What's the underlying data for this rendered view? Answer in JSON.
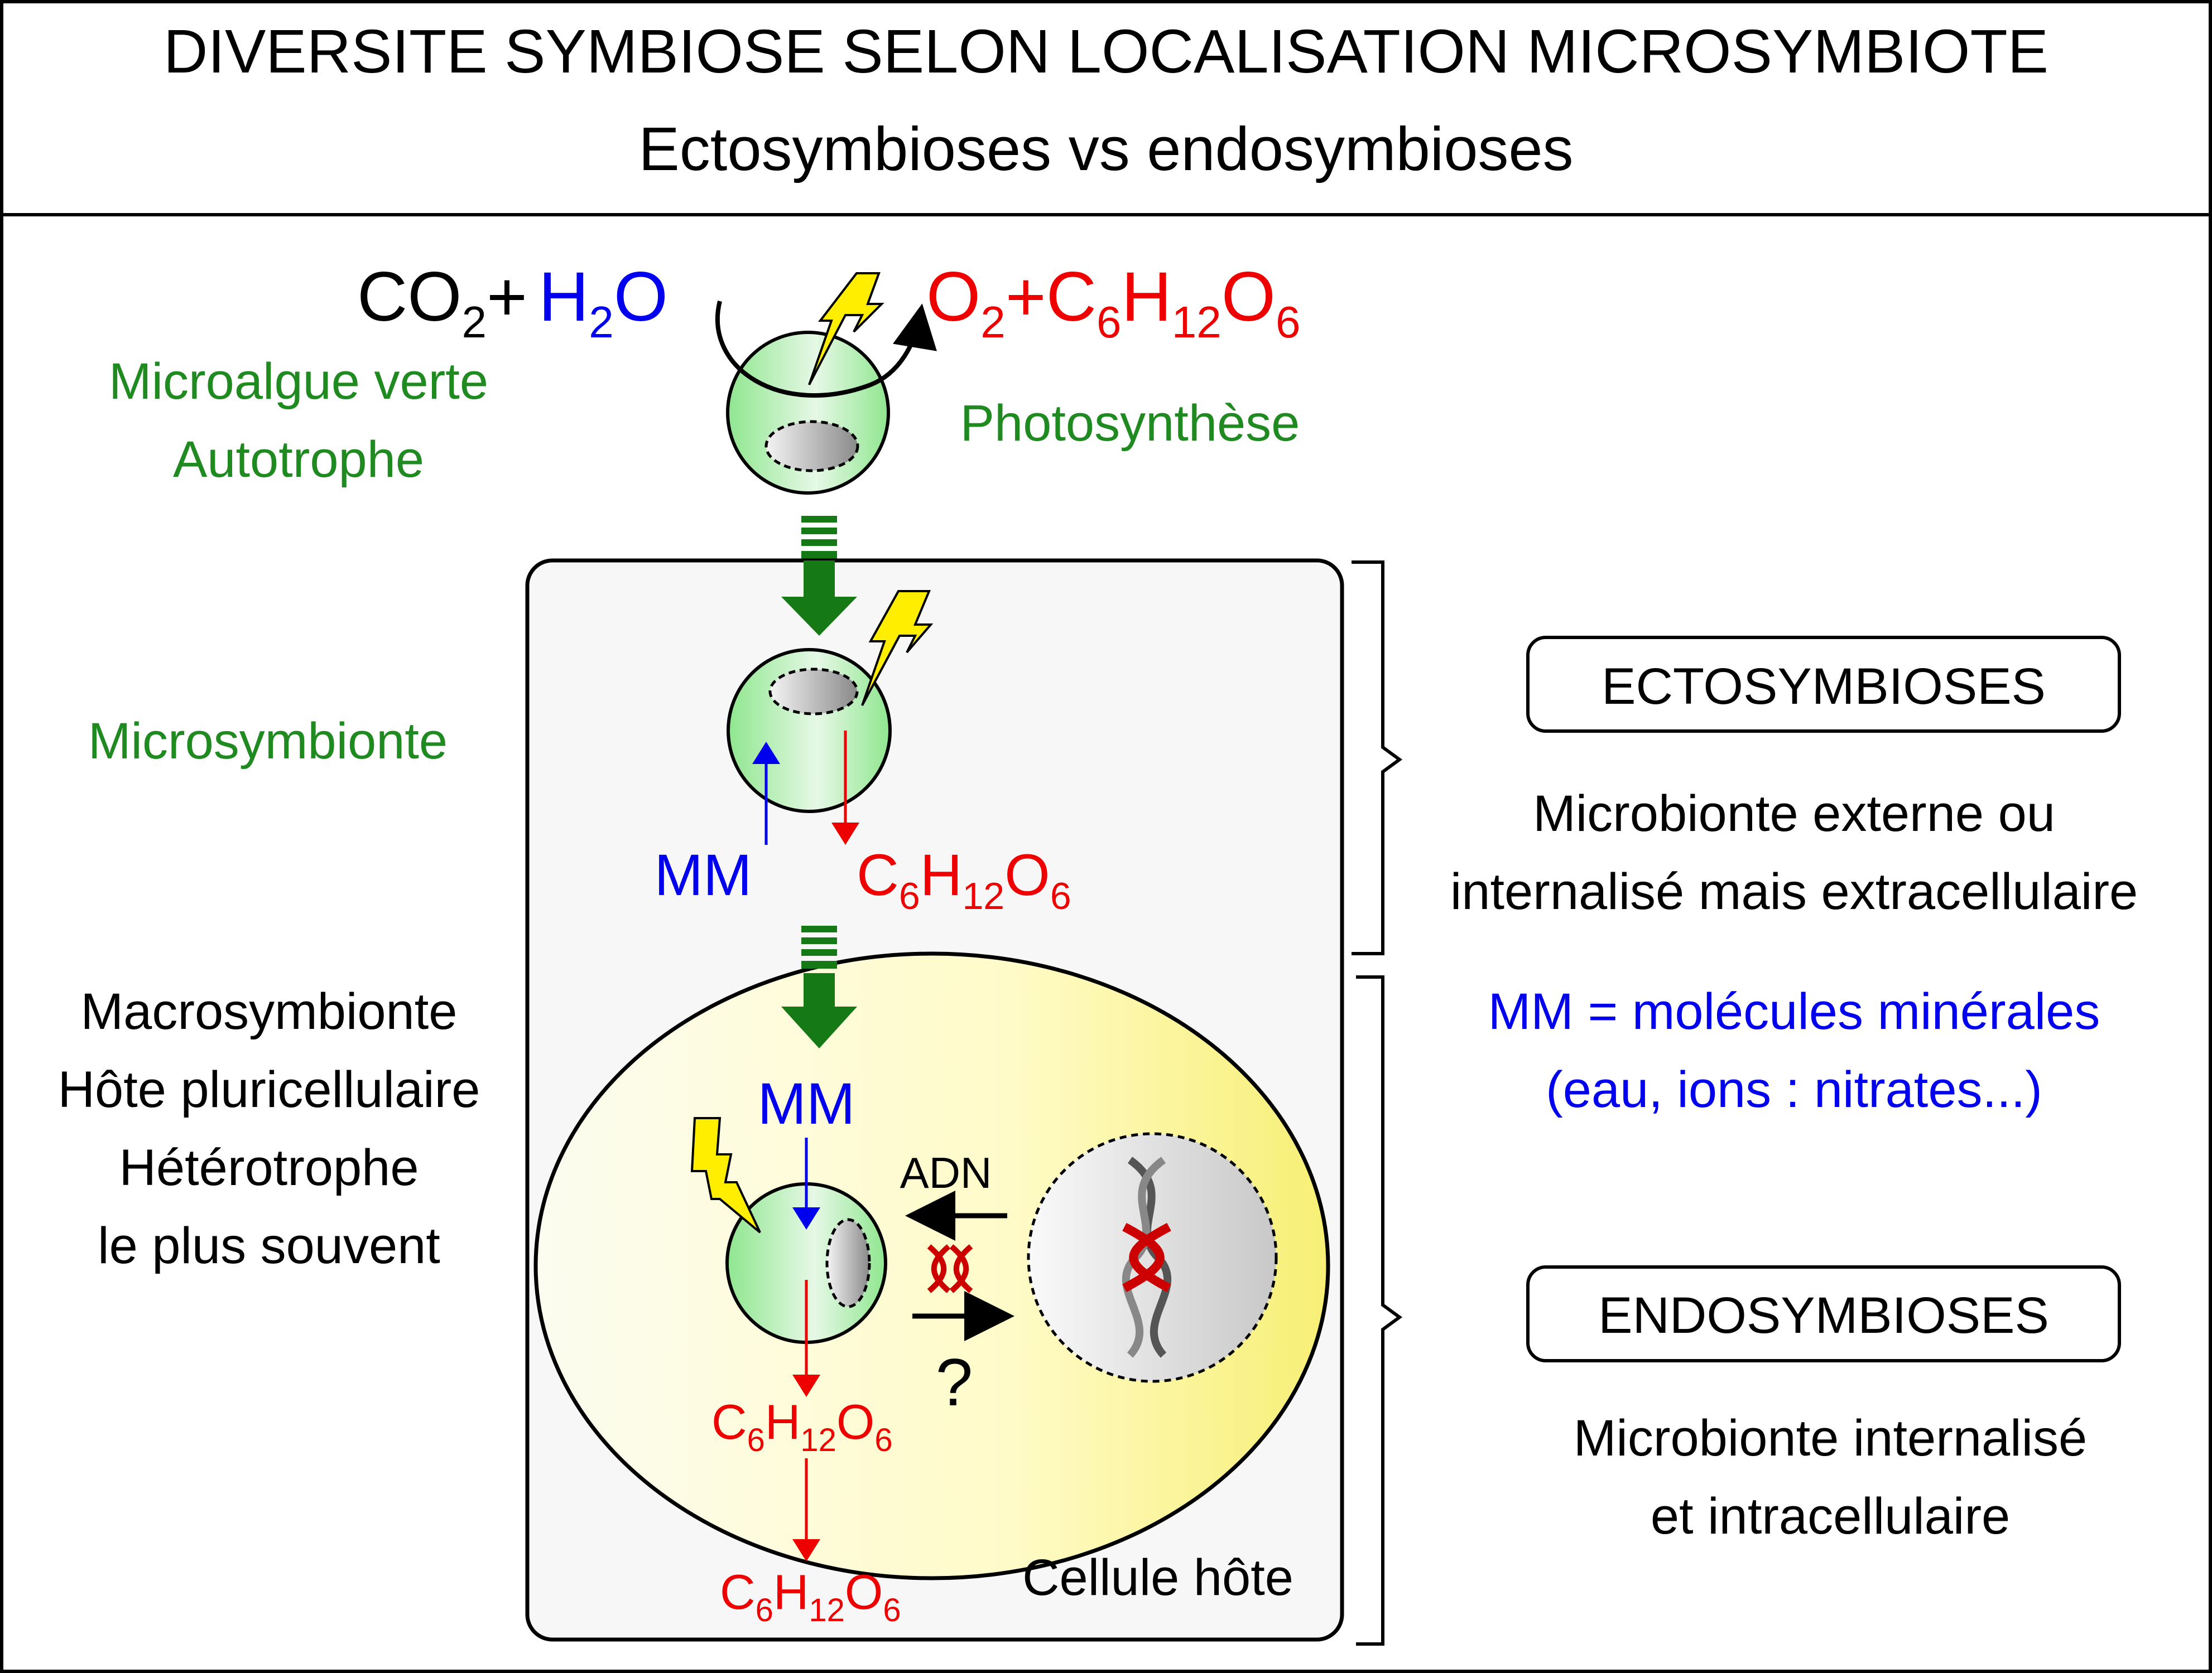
{
  "header": {
    "title": "DIVERSITE SYMBIOSE SELON LOCALISATION MICROSYMBIOTE",
    "subtitle": "Ectosymbioses vs endosymbioses"
  },
  "equation": {
    "co2": "CO",
    "co2_sub": "2",
    "plus": "+",
    "h2o_h": "H",
    "h2o_sub": "2",
    "h2o_o": "O",
    "o2": "O",
    "o2_sub": "2",
    "plus2": "+",
    "c": "C",
    "c_sub": "6",
    "h": "H",
    "h_sub": "12",
    "o": "O",
    "o_sub": "6"
  },
  "labels": {
    "microalgue_line1": "Microalgue verte",
    "microalgue_line2": "Autotrophe",
    "photosynthese": "Photosynthèse",
    "microsymbionte": "Microsymbionte",
    "macro_line1": "Macrosymbionte",
    "macro_line2": "Hôte pluricellulaire",
    "macro_line3": "Hétérotrophe",
    "macro_line4": "le plus souvent",
    "cellule_hote": "Cellule hôte",
    "adn": "ADN",
    "question": "?"
  },
  "molecules": {
    "mm": "MM",
    "glucose_c": "C",
    "glucose_c_sub": "6",
    "glucose_h": "H",
    "glucose_h_sub": "12",
    "glucose_o": "O",
    "glucose_o_sub": "6"
  },
  "right_panel": {
    "ecto_title": "ECTOSYMBIOSES",
    "ecto_line1": "Microbionte externe ou",
    "ecto_line2": "internalisé mais extracellulaire",
    "mm_line1": "MM = molécules minérales",
    "mm_line2": "(eau, ions : nitrates...)",
    "endo_title": "ENDOSYMBIOSES",
    "endo_line1": "Microbionte internalisé",
    "endo_line2": "et intracellulaire"
  },
  "colors": {
    "green_text": "#1f8a1f",
    "blue_text": "#0000ee",
    "red_text": "#ee0000",
    "arrow_green": "#157a15",
    "lightning": "#ffee00"
  }
}
